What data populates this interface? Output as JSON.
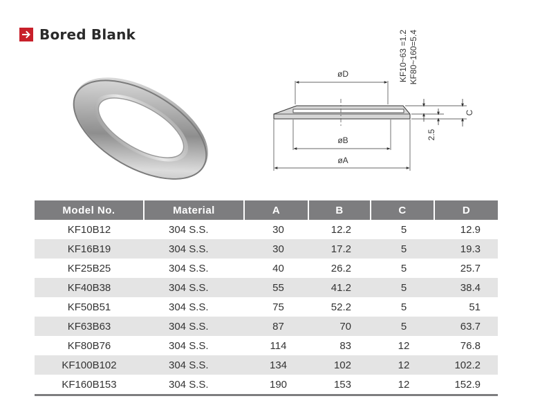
{
  "header": {
    "title": "Bored Blank",
    "icon": "arrow-right-box-icon",
    "accent": "#c8202a"
  },
  "diagram": {
    "labels": {
      "d": "øD",
      "b": "øB",
      "a": "øA",
      "c": "C",
      "height": "2.5",
      "note1": "KF10~63 =1.2",
      "note2": "KF80~160=5.4"
    }
  },
  "table": {
    "header_bg": "#7d7d7f",
    "alt_row_bg": "#e4e4e4",
    "columns": [
      "Model No.",
      "Material",
      "A",
      "B",
      "C",
      "D"
    ],
    "rows": [
      [
        "KF10B12",
        "304 S.S.",
        "30",
        "12.2",
        "5",
        "12.9"
      ],
      [
        "KF16B19",
        "304 S.S.",
        "30",
        "17.2",
        "5",
        "19.3"
      ],
      [
        "KF25B25",
        "304 S.S.",
        "40",
        "26.2",
        "5",
        "25.7"
      ],
      [
        "KF40B38",
        "304 S.S.",
        "55",
        "41.2",
        "5",
        "38.4"
      ],
      [
        "KF50B51",
        "304 S.S.",
        "75",
        "52.2",
        "5",
        "51"
      ],
      [
        "KF63B63",
        "304 S.S.",
        "87",
        "70",
        "5",
        "63.7"
      ],
      [
        "KF80B76",
        "304 S.S.",
        "114",
        "83",
        "12",
        "76.8"
      ],
      [
        "KF100B102",
        "304 S.S.",
        "134",
        "102",
        "12",
        "102.2"
      ],
      [
        "KF160B153",
        "304 S.S.",
        "190",
        "153",
        "12",
        "152.9"
      ]
    ]
  }
}
